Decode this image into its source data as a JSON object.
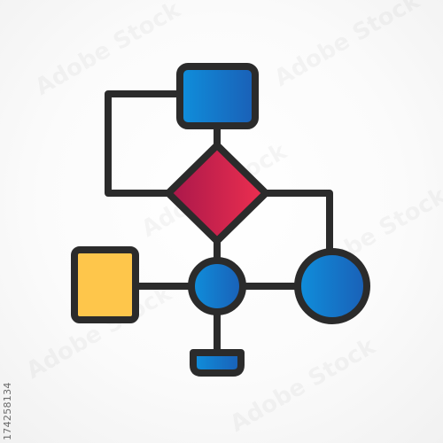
{
  "image": {
    "stock_id": "174258134",
    "watermark_text": "Adobe Stock"
  },
  "colors": {
    "outline": "#2b2b2b",
    "blue_light": "#0f8fdc",
    "blue_dark": "#1a5fb6",
    "red_light": "#ee2f50",
    "red_dark": "#a8174a",
    "yellow": "#fec64b"
  },
  "diagram": {
    "icon": "flowchart-icon",
    "nodes": [
      {
        "id": "top-process",
        "shape": "rounded-rectangle",
        "fill": "blue"
      },
      {
        "id": "decision",
        "shape": "diamond",
        "fill": "red"
      },
      {
        "id": "left-process",
        "shape": "rounded-rectangle",
        "fill": "yellow"
      },
      {
        "id": "center-connector",
        "shape": "circle",
        "fill": "blue"
      },
      {
        "id": "right-connector",
        "shape": "circle",
        "fill": "blue"
      },
      {
        "id": "bottom-terminal",
        "shape": "half-rounded-bar",
        "fill": "blue"
      }
    ],
    "edges": [
      {
        "from": "top-process",
        "to": "decision"
      },
      {
        "from": "top-process",
        "to": "decision",
        "route": "loop-left"
      },
      {
        "from": "decision",
        "to": "right-connector"
      },
      {
        "from": "decision",
        "to": "center-connector"
      },
      {
        "from": "left-process",
        "to": "center-connector"
      },
      {
        "from": "center-connector",
        "to": "right-connector"
      },
      {
        "from": "center-connector",
        "to": "bottom-terminal"
      }
    ]
  }
}
